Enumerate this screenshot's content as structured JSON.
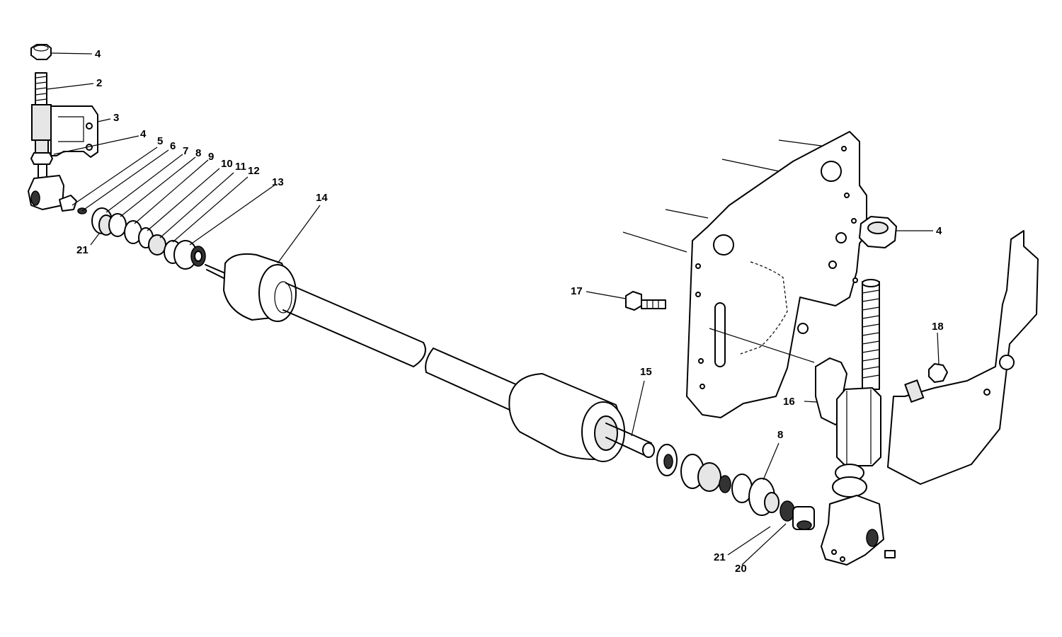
{
  "labels": {
    "l_4a": "4",
    "l_2": "2",
    "l_3": "3",
    "l_4b": "4",
    "l_5": "5",
    "l_6": "6",
    "l_7": "7",
    "l_8a": "8",
    "l_9": "9",
    "l_10": "10",
    "l_11": "11",
    "l_12": "12",
    "l_13": "13",
    "l_21a": "21",
    "l_14": "14",
    "l_15": "15",
    "l_8b": "8",
    "l_21b": "21",
    "l_20": "20",
    "l_17": "17",
    "l_4c": "4",
    "l_18": "18",
    "l_16": "16"
  }
}
